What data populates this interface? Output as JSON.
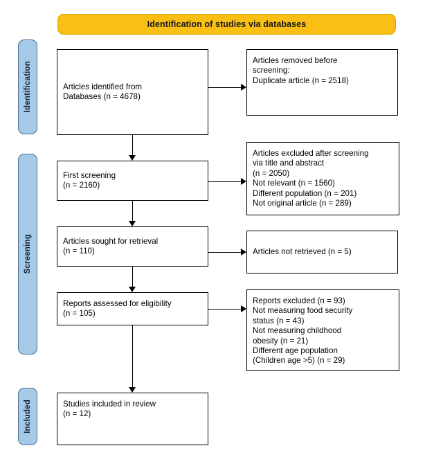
{
  "diagram": {
    "title": "Identification of studies via databases",
    "type": "prisma-flow-diagram",
    "colors": {
      "banner": "#f9bf15",
      "phase_label": "#a6c9e8",
      "box_border": "#000000",
      "connector": "#000000"
    }
  },
  "banner": {
    "label": "Identification of studies via databases"
  },
  "phases": [
    {
      "label": "Identification"
    },
    {
      "label": "Screening"
    },
    {
      "label": "Included"
    }
  ],
  "boxes": {
    "identified": {
      "text": "Articles identified from\n    Databases (n = 4678)"
    },
    "removed": {
      "text": "Articles removed before\nscreening:\nDuplicate article (n = 2518)"
    },
    "first_screening": {
      "text": "First screening\n(n = 2160)"
    },
    "excluded_screening": {
      "text": "Articles excluded after screening\nvia title and abstract\n(n = 2050)\nNot relevant (n = 1560)\nDifferent population (n = 201)\nNot original article (n = 289)"
    },
    "sought_retrieval": {
      "text": "Articles sought for retrieval\n(n = 110)"
    },
    "not_retrieved": {
      "text": "Articles not retrieved (n = 5)"
    },
    "assessed_eligibility": {
      "text": "Reports assessed for eligibility\n(n = 105)"
    },
    "reports_excluded": {
      "text": "Reports excluded (n = 93)\n     Not measuring food security\n     status (n = 43)\n     Not measuring childhood\n     obesity (n = 21)\n     Different age population\n     (Children age >5) (n = 29)"
    },
    "included": {
      "text": "Studies included in review\n(n = 12)"
    }
  },
  "counts": {
    "identified_databases": 4678,
    "duplicates_removed": 2518,
    "first_screening": 2160,
    "excluded_after_screening": 2050,
    "not_relevant": 1560,
    "different_population": 201,
    "not_original_article": 289,
    "sought_for_retrieval": 110,
    "not_retrieved": 5,
    "assessed_for_eligibility": 105,
    "reports_excluded": 93,
    "not_measuring_food_security_status": 43,
    "not_measuring_childhood_obesity": 21,
    "different_age_population": 29,
    "included_in_review": 12
  }
}
